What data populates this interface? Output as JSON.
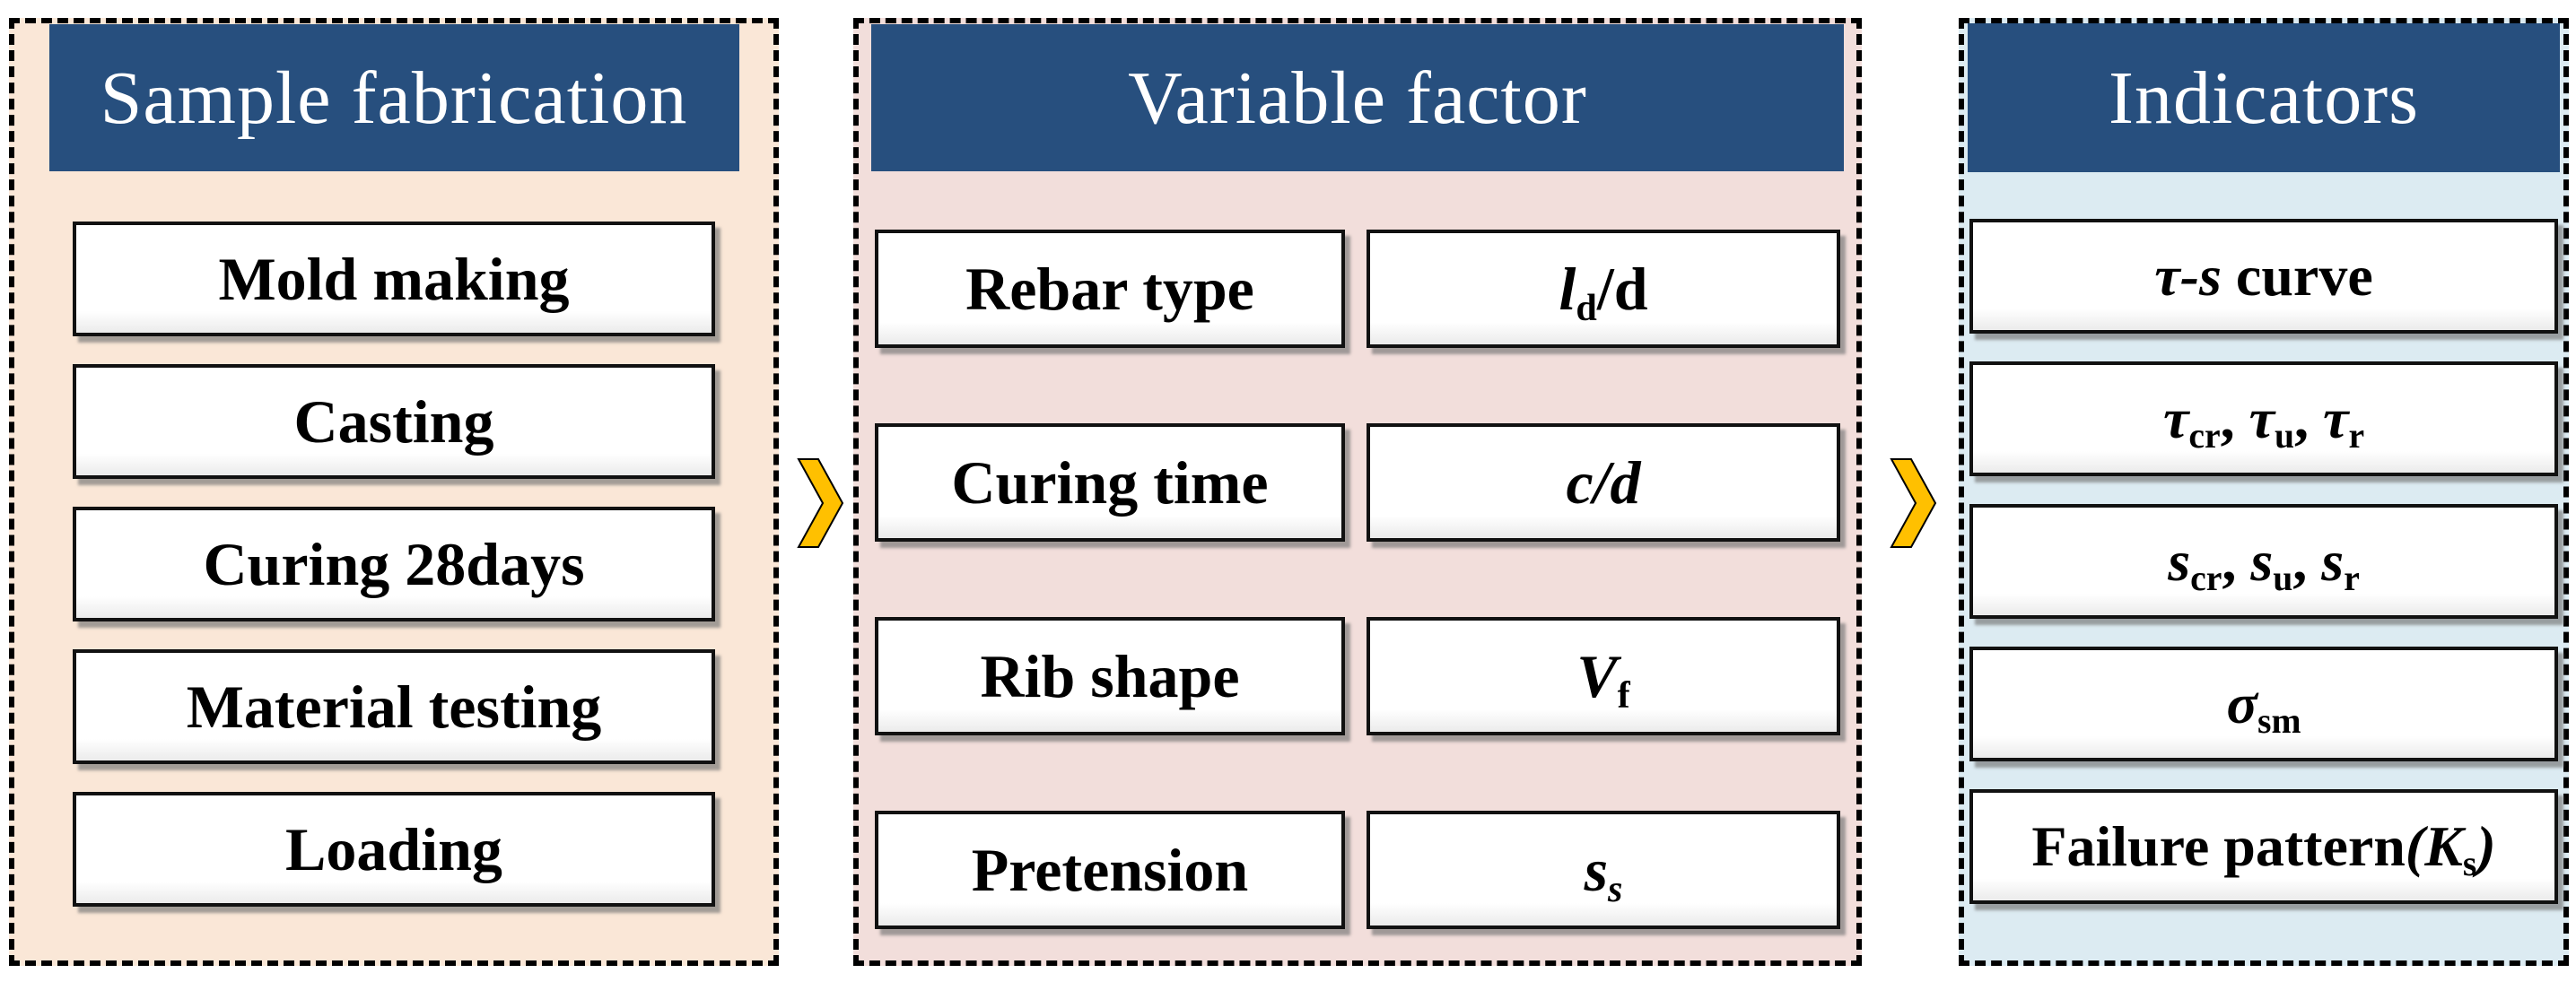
{
  "figure": {
    "panels": {
      "fabrication": {
        "title": "Sample fabrication",
        "steps": [
          "Mold making",
          "Casting",
          "Curing 28days",
          "Material testing",
          "Loading"
        ]
      },
      "variables": {
        "title": "Variable factor",
        "rows": [
          {
            "factor": "Rebar type",
            "symbol": [
              {
                "t": "l",
                "c": "b i"
              },
              {
                "t": "d",
                "c": "b sub"
              },
              {
                "t": "/d",
                "c": "b"
              }
            ]
          },
          {
            "factor": "Curing time",
            "symbol": [
              {
                "t": "c/d",
                "c": "b i"
              }
            ]
          },
          {
            "factor": "Rib shape",
            "symbol": [
              {
                "t": "V",
                "c": "b i"
              },
              {
                "t": "f",
                "c": "b sub"
              }
            ]
          },
          {
            "factor": "Pretension",
            "symbol": [
              {
                "t": "s",
                "c": "b i"
              },
              {
                "t": "s",
                "c": "b i sub"
              }
            ]
          }
        ]
      },
      "indicators": {
        "title": "Indicators",
        "items": [
          [
            {
              "t": "τ-s",
              "c": "b i"
            },
            {
              "t": " curve",
              "c": "b"
            }
          ],
          [
            {
              "t": "τ",
              "c": "b i"
            },
            {
              "t": "cr",
              "c": "b sub"
            },
            {
              "t": ", ",
              "c": "b"
            },
            {
              "t": "τ",
              "c": "b i"
            },
            {
              "t": "u",
              "c": "b sub"
            },
            {
              "t": ", ",
              "c": "b"
            },
            {
              "t": "τ",
              "c": "b i"
            },
            {
              "t": "r",
              "c": "b sub"
            }
          ],
          [
            {
              "t": "s",
              "c": "b i"
            },
            {
              "t": "cr",
              "c": "b sub"
            },
            {
              "t": ", ",
              "c": "b"
            },
            {
              "t": "s",
              "c": "b i"
            },
            {
              "t": "u",
              "c": "b sub"
            },
            {
              "t": ", ",
              "c": "b"
            },
            {
              "t": "s",
              "c": "b i"
            },
            {
              "t": "r",
              "c": "b sub"
            }
          ],
          [
            {
              "t": "σ",
              "c": "b i"
            },
            {
              "t": "sm",
              "c": "b sub"
            }
          ],
          [
            {
              "t": "Failure pattern",
              "c": "b"
            },
            {
              "t": "(",
              "c": "b i"
            },
            {
              "t": "K",
              "c": "b i"
            },
            {
              "t": "s",
              "c": "b sub"
            },
            {
              "t": ")",
              "c": "b i"
            }
          ]
        ]
      }
    },
    "icons": {
      "flow_arrow": "chevron-right"
    },
    "colors": {
      "header_bg": "#274F7E",
      "header_text": "#FFFFFF",
      "fabrication_bg": "#FAE7D7",
      "variables_bg": "#F2DEDB",
      "indicators_bg": "#DCEBF2",
      "chevron_fill": "#FFC000",
      "chevron_outline": "#000000",
      "box_border": "#111111",
      "dashed_border": "#000000"
    }
  }
}
